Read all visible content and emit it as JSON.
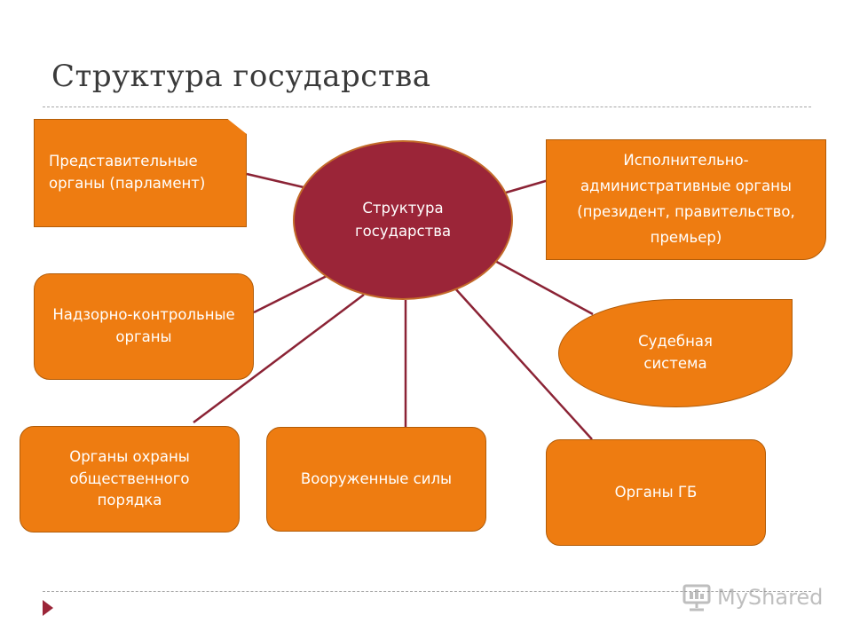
{
  "slide": {
    "title": "Структура государства"
  },
  "center": {
    "label": "Структура государства"
  },
  "nodes": [
    {
      "id": "representative",
      "label": "Представительные органы (парламент)"
    },
    {
      "id": "executive",
      "label": "Исполнительно-административные органы (президент, правительство, премьер)"
    },
    {
      "id": "supervisory",
      "label": "Надзорно-контрольные органы"
    },
    {
      "id": "judicial",
      "label": "Судебная система"
    },
    {
      "id": "public-order",
      "label": "Органы охраны общественного порядка"
    },
    {
      "id": "armed-forces",
      "label": "Вооруженные силы"
    },
    {
      "id": "security",
      "label": "Органы ГБ"
    }
  ],
  "watermark": {
    "text": "MyShared",
    "icon": "presentation-board-icon"
  },
  "colors": {
    "node_fill": "#ee7c11",
    "node_border": "#b25c08",
    "center_fill": "#9b2538",
    "link_line": "#8b2335",
    "accent_bullet": "#9b2538"
  }
}
